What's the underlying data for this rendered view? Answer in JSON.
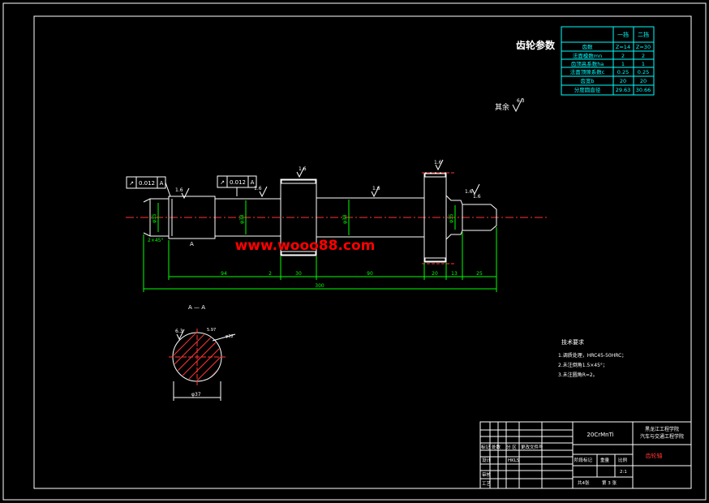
{
  "gear_params": {
    "title": "齿轮参数",
    "headers": [
      "",
      "一挡",
      "二挡"
    ],
    "rows": [
      [
        "齿数",
        "Z=14",
        "Z=30"
      ],
      [
        "法面模数mn",
        "2",
        "2"
      ],
      [
        "齿顶高系数ha",
        "1",
        "1"
      ],
      [
        "法面顶隙系数c",
        "0.25",
        "0.25"
      ],
      [
        "齿宽b",
        "20",
        "20"
      ],
      [
        "分度圆直径",
        "29.63",
        "30.66"
      ]
    ]
  },
  "rest_roughness": {
    "label": "其余",
    "value": "6.3"
  },
  "roughness_marks": [
    "1.6",
    "1.6",
    "1.6",
    "1.6",
    "1.6",
    "1.6",
    "1.6"
  ],
  "tolerance_frames": [
    {
      "sym": "↗",
      "tol": "0.012",
      "datum": "A"
    },
    {
      "sym": "↗",
      "tol": "0.012",
      "datum": "A"
    }
  ],
  "shaft": {
    "datum_a": "A",
    "chamfer": "2×45°",
    "segment_dims": [
      "94",
      "2",
      "30",
      "90",
      "20",
      "13",
      "25"
    ],
    "total_length": "300",
    "diameter_labels": [
      "φ35",
      "φ38",
      "φ38",
      "φ35"
    ]
  },
  "watermark": "www.wooo88.com",
  "section": {
    "label": "A — A",
    "diameter": "φ37",
    "roughness": "6.3",
    "offset": "5.97",
    "spline": "φ32"
  },
  "tech_req": {
    "title": "技术要求",
    "items": [
      "1.调质处理，HRC45-50HRC；",
      "2.未注倒角1.5×45°；",
      "3.未注圆角R=2。"
    ]
  },
  "title_block": {
    "drawing_no": "20CrMnTi",
    "school_line1": "黑龙江工程学院",
    "school_line2": "汽车与交通工程学院",
    "part_name": "齿轮轴",
    "labels": [
      "标记",
      "处数",
      "分 区",
      "更改文件号",
      "设计",
      "审核",
      "工艺",
      "阶段标记",
      "重量",
      "比例",
      "共4张",
      "第 3 张"
    ],
    "scale": "2:1",
    "designer": "HKLS"
  }
}
